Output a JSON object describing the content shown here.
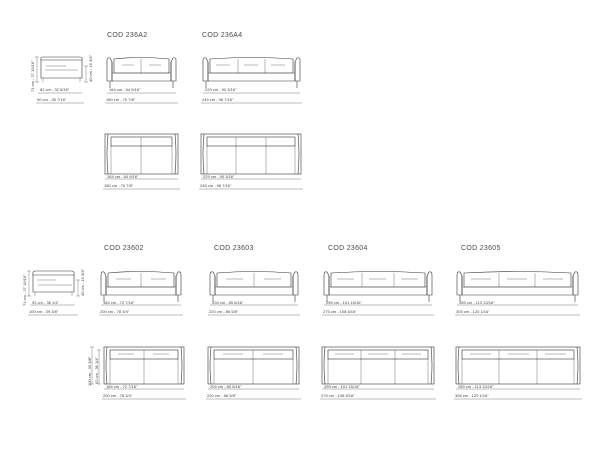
{
  "codes": {
    "a2": "COD 236A2",
    "a4": "COD 236A4",
    "c602": "COD 23602",
    "c603": "COD 23603",
    "c604": "COD 23604",
    "c605": "COD 23605"
  },
  "chair_top": {
    "height": "71 cm - 27 15/16\"",
    "seat": "40 cm - 15 3/4\"",
    "depth_in": "82 cm - 32 5/16\"",
    "depth_out": "90 cm - 35 7/16\""
  },
  "chair_bottom": {
    "height": "71 cm - 27 15/16\"",
    "seat": "40 cm - 15 3/4\"",
    "depth_in": "92 cm - 36 1/4\"",
    "depth_out": "100 cm - 39 3/8\""
  },
  "sofa_a2": {
    "inner": "164 cm - 64 9/16\"",
    "outer": "180 cm - 70 7/8\""
  },
  "sofa_a4": {
    "inner": "229 cm - 90 3/16\"",
    "outer": "245 cm - 96 7/16\""
  },
  "sofa_602": {
    "inner": "184 cm - 72 7/16\"",
    "outer": "200 cm - 78 3/4\"",
    "depth_out": "100 cm - 39 3/8\"",
    "depth_in": "92 cm - 36 1/4\""
  },
  "sofa_603": {
    "inner": "204 cm - 80 5/16\"",
    "outer": "220 cm - 86 5/8\""
  },
  "sofa_604": {
    "inner": "259 cm - 101 15/16\"",
    "outer": "275 cm - 108 5/16\""
  },
  "sofa_605": {
    "inner": "289 cm - 113 13/16\"",
    "outer": "305 cm - 120 1/16\""
  }
}
